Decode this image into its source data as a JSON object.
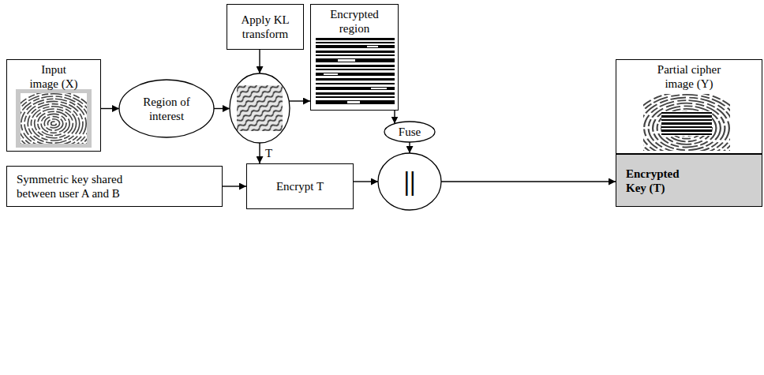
{
  "diagram": {
    "nodes": [
      {
        "text": [
          "Input image (X)"
        ]
      },
      {
        "text": [
          "Region of interest"
        ]
      },
      {
        "text": [
          "Apply KL transform"
        ]
      },
      {
        "text": []
      },
      {
        "text": [
          "Encrypted region"
        ]
      },
      {
        "text": [
          "Fuse"
        ]
      },
      {
        "text": [
          "Partial cipher image (Y)"
        ]
      },
      {
        "text": [
          "Encrypted Key (T)"
        ]
      },
      {
        "text": [
          "Symmetric key shared between user A and B"
        ]
      },
      {
        "text": [
          "Encrypt T"
        ]
      },
      {
        "text": [
          "||"
        ]
      }
    ],
    "edges": [
      {
        "from": 0,
        "to": 1,
        "arrow": "to"
      },
      {
        "from": 1,
        "to": 3,
        "arrow": "to"
      },
      {
        "from": 2,
        "to": 3,
        "arrow": "to"
      },
      {
        "from": 3,
        "to": 4,
        "arrow": "to"
      },
      {
        "from": 4,
        "to": 5,
        "arrow": "to"
      },
      {
        "from": 3,
        "to": 9,
        "label": "T",
        "arrow": "to"
      },
      {
        "from": 8,
        "to": 9,
        "arrow": "to"
      },
      {
        "from": 5,
        "to": 10,
        "arrow": "to"
      },
      {
        "from": 9,
        "to": 10,
        "arrow": "to"
      },
      {
        "from": 10,
        "to": 7,
        "arrow": "to"
      }
    ]
  }
}
